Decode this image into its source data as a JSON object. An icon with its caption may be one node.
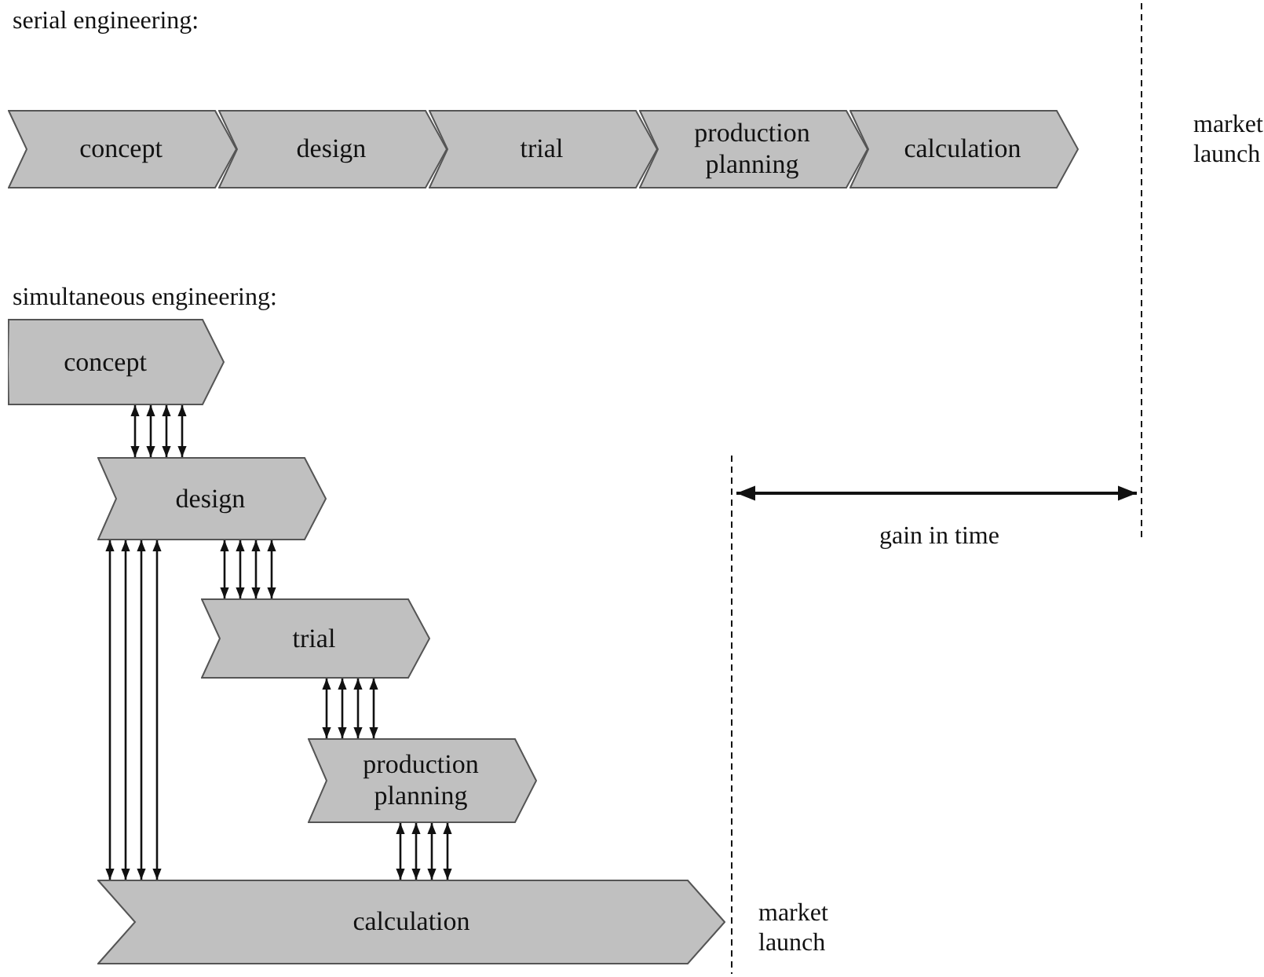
{
  "diagram": {
    "nodes": [
      {
        "text": [
          "concept"
        ]
      },
      {
        "text": [
          "design"
        ]
      },
      {
        "text": [
          "trial"
        ]
      },
      {
        "text": [
          "production planning"
        ]
      },
      {
        "text": [
          "calculation"
        ]
      },
      {
        "text": [
          "concept"
        ]
      },
      {
        "text": [
          "design"
        ]
      },
      {
        "text": [
          "trial"
        ]
      },
      {
        "text": [
          "production planning"
        ]
      },
      {
        "text": [
          "calculation"
        ]
      }
    ],
    "edges": [
      {
        "from": 5,
        "to": 6,
        "arrow": "both"
      },
      {
        "from": 5,
        "to": 6,
        "arrow": "both"
      },
      {
        "from": 5,
        "to": 6,
        "arrow": "both"
      },
      {
        "from": 5,
        "to": 6,
        "arrow": "both"
      },
      {
        "from": 6,
        "to": 7,
        "arrow": "both"
      },
      {
        "from": 6,
        "to": 7,
        "arrow": "both"
      },
      {
        "from": 6,
        "to": 7,
        "arrow": "both"
      },
      {
        "from": 6,
        "to": 7,
        "arrow": "both"
      },
      {
        "from": 7,
        "to": 8,
        "arrow": "both"
      },
      {
        "from": 7,
        "to": 8,
        "arrow": "both"
      },
      {
        "from": 7,
        "to": 8,
        "arrow": "both"
      },
      {
        "from": 7,
        "to": 8,
        "arrow": "both"
      },
      {
        "from": 8,
        "to": 9,
        "arrow": "both"
      },
      {
        "from": 8,
        "to": 9,
        "arrow": "both"
      },
      {
        "from": 8,
        "to": 9,
        "arrow": "both"
      },
      {
        "from": 8,
        "to": 9,
        "arrow": "both"
      },
      {
        "from": 6,
        "to": 9,
        "arrow": "both"
      },
      {
        "from": 6,
        "to": 9,
        "arrow": "both"
      },
      {
        "from": 6,
        "to": 9,
        "arrow": "both"
      },
      {
        "from": 6,
        "to": 9,
        "arrow": "both"
      }
    ],
    "labels": [
      "serial engineering:",
      "market launch",
      "simultaneous engineering:",
      "gain in time",
      "market launch"
    ]
  }
}
